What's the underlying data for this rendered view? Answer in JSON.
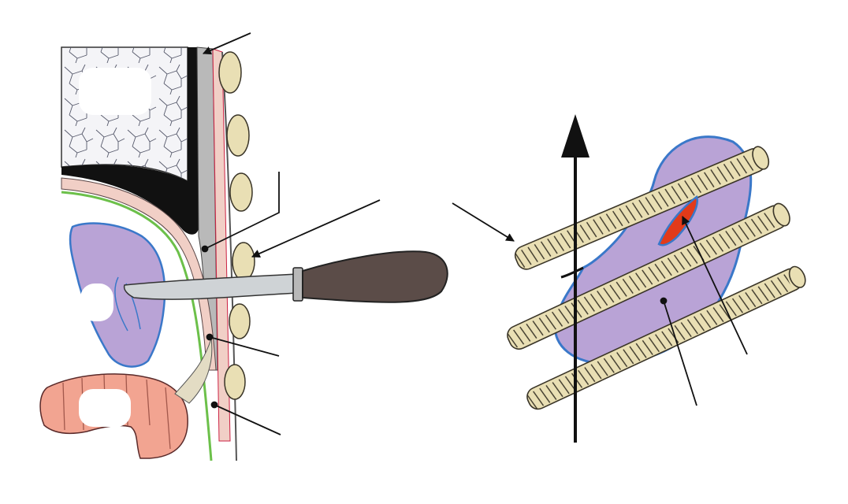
{
  "figure": {
    "panels": [
      {
        "id": "left",
        "subject": "sagittal-section-knife-wound"
      },
      {
        "id": "right",
        "subject": "organ-between-ribs-with-laceration"
      }
    ],
    "colors": {
      "organ": "#b9a3d6",
      "organ_outline": "#3a78c9",
      "rib": "#e9dfb4",
      "rib_outline": "#3a3528",
      "bowel": "#f2a491",
      "bone_marrow": "#f4f4f7",
      "fat_layer": "#f1cfc6",
      "wound": "#e23a1a",
      "knife_handle": "#5b4c48",
      "knife_blade": "#cfd3d6",
      "pleura_line": "#6cc04a"
    },
    "label_leaders": 8,
    "label_text": []
  }
}
